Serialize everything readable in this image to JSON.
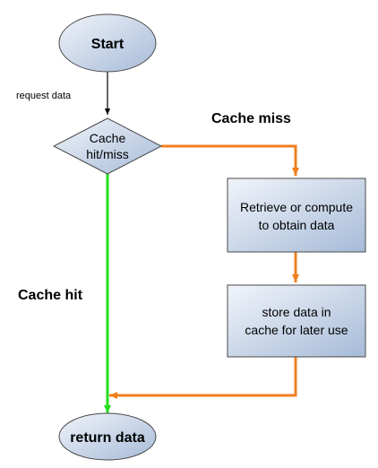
{
  "nodes": {
    "start": {
      "label": "Start"
    },
    "decision": {
      "lines": [
        "Cache",
        "hit/miss"
      ]
    },
    "retrieve": {
      "lines": [
        "Retrieve or compute",
        "to obtain data"
      ]
    },
    "store": {
      "lines": [
        "store data in",
        "cache for later use"
      ]
    },
    "return": {
      "label": "return data"
    }
  },
  "edges": {
    "request": {
      "label": "request data"
    },
    "miss": {
      "label": "Cache miss"
    },
    "hit": {
      "label": "Cache hit"
    }
  },
  "colors": {
    "node_fill_light": "#eef2f9",
    "node_fill_dark": "#a9bdda",
    "node_stroke": "#4a4a4a",
    "edge_default": "#000000",
    "edge_miss": "#f07f1e",
    "edge_hit": "#22e01e"
  }
}
